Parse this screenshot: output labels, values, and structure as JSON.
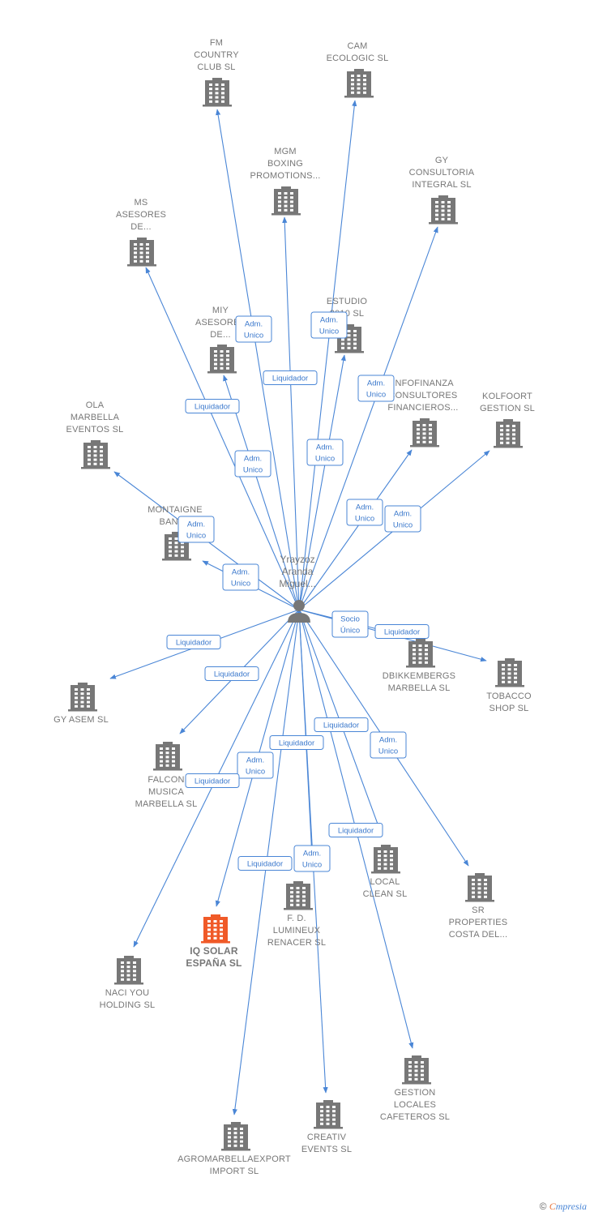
{
  "center": {
    "label_lines": [
      "Yrayzoz",
      "Aranda",
      "Miguel..."
    ],
    "icon": "person-icon"
  },
  "colors": {
    "edge": "#4a86d6",
    "building": "#777777",
    "building_focus": "#f05a28"
  },
  "nodes": [
    {
      "id": "fm-country-club",
      "lines": [
        "FM",
        "COUNTRY",
        "CLUB  SL"
      ]
    },
    {
      "id": "cam-ecologic",
      "lines": [
        "CAM",
        "ECOLOGIC SL"
      ]
    },
    {
      "id": "mgm-boxing",
      "lines": [
        "MGM",
        "BOXING",
        "PROMOTIONS..."
      ]
    },
    {
      "id": "gy-consultoria",
      "lines": [
        "GY",
        "CONSULTORIA",
        "INTEGRAL  SL"
      ]
    },
    {
      "id": "ms-asesores",
      "lines": [
        "MS",
        "ASESORES",
        "DE..."
      ]
    },
    {
      "id": "miy-asesores",
      "lines": [
        "MIY",
        "ASESORES",
        "DE..."
      ]
    },
    {
      "id": "estudio",
      "lines": [
        "ESTUDIO",
        "2010 SL"
      ]
    },
    {
      "id": "infofinanza",
      "lines": [
        "INFOFINANZA",
        "CONSULTORES",
        "FINANCIEROS..."
      ]
    },
    {
      "id": "kolfoort",
      "lines": [
        "KOLFOORT",
        "GESTION  SL"
      ]
    },
    {
      "id": "ola-marbella",
      "lines": [
        "OLA",
        "MARBELLA",
        "EVENTOS  SL"
      ]
    },
    {
      "id": "montaigne",
      "lines": [
        "MONTAIGNE",
        "BANUS"
      ]
    },
    {
      "id": "dbikkembergs",
      "lines": [
        "DBIKKEMBERGS",
        "MARBELLA SL"
      ]
    },
    {
      "id": "tobacco-shop",
      "lines": [
        "TOBACCO",
        "SHOP SL"
      ]
    },
    {
      "id": "gy-asem",
      "lines": [
        "GY ASEM  SL"
      ]
    },
    {
      "id": "falcon-musica",
      "lines": [
        "FALCON",
        "MUSICA",
        "MARBELLA SL"
      ]
    },
    {
      "id": "local-clean",
      "lines": [
        "LOCAL",
        "CLEAN  SL"
      ]
    },
    {
      "id": "sr-properties",
      "lines": [
        "SR",
        "PROPERTIES",
        "COSTA DEL..."
      ]
    },
    {
      "id": "fd-lumineux",
      "lines": [
        "F.  D.",
        "LUMINEUX",
        "RENACER SL"
      ]
    },
    {
      "id": "iq-solar",
      "lines": [
        "IQ SOLAR",
        "ESPAÑA  SL"
      ],
      "focus": true
    },
    {
      "id": "naci-you",
      "lines": [
        "NACI YOU",
        "HOLDING SL"
      ]
    },
    {
      "id": "gestion-locales",
      "lines": [
        "GESTION",
        "LOCALES",
        "CAFETEROS SL"
      ]
    },
    {
      "id": "creativ-events",
      "lines": [
        "CREATIV",
        "EVENTS  SL"
      ]
    },
    {
      "id": "agromarbella",
      "lines": [
        "AGROMARBELLAEXPORT",
        "IMPORT SL"
      ]
    }
  ],
  "edges": [
    {
      "to": "fm-country-club",
      "role": [
        "Adm.",
        "Unico"
      ]
    },
    {
      "to": "cam-ecologic",
      "role": [
        "Adm.",
        "Unico"
      ]
    },
    {
      "to": "mgm-boxing",
      "role": [
        "Liquidador"
      ]
    },
    {
      "to": "gy-consultoria",
      "role": [
        "Adm.",
        "Unico"
      ]
    },
    {
      "to": "ms-asesores",
      "role": [
        "Liquidador"
      ]
    },
    {
      "to": "miy-asesores",
      "role": [
        "Adm.",
        "Unico"
      ]
    },
    {
      "to": "estudio",
      "role": [
        "Adm.",
        "Unico"
      ]
    },
    {
      "to": "infofinanza",
      "role": [
        "Adm.",
        "Unico"
      ]
    },
    {
      "to": "kolfoort",
      "role": [
        "Adm.",
        "Unico"
      ]
    },
    {
      "to": "ola-marbella",
      "role": [
        "Adm.",
        "Unico"
      ]
    },
    {
      "to": "montaigne",
      "role": [
        "Adm.",
        "Unico"
      ]
    },
    {
      "to": "dbikkembergs",
      "role": [
        "Socio",
        "Único"
      ]
    },
    {
      "to": "tobacco-shop",
      "role": [
        "Liquidador"
      ]
    },
    {
      "to": "gy-asem",
      "role": [
        "Liquidador"
      ]
    },
    {
      "to": "falcon-musica",
      "role": [
        "Liquidador"
      ]
    },
    {
      "to": "local-clean",
      "role": [
        "Liquidador"
      ]
    },
    {
      "to": "sr-properties",
      "role": [
        "Adm.",
        "Unico"
      ]
    },
    {
      "to": "fd-lumineux",
      "role": [
        "Liquidador"
      ]
    },
    {
      "to": "iq-solar",
      "role": [
        "Adm.",
        "Unico"
      ]
    },
    {
      "to": "naci-you",
      "role": [
        "Liquidador"
      ]
    },
    {
      "to": "gestion-locales",
      "role": [
        "Liquidador"
      ]
    },
    {
      "to": "creativ-events",
      "role": [
        "Adm.",
        "Unico"
      ]
    },
    {
      "to": "agromarbella",
      "role": [
        "Liquidador"
      ]
    }
  ],
  "footer": {
    "copyright": "©",
    "brand_first": "C",
    "brand_rest": "mpresia"
  }
}
